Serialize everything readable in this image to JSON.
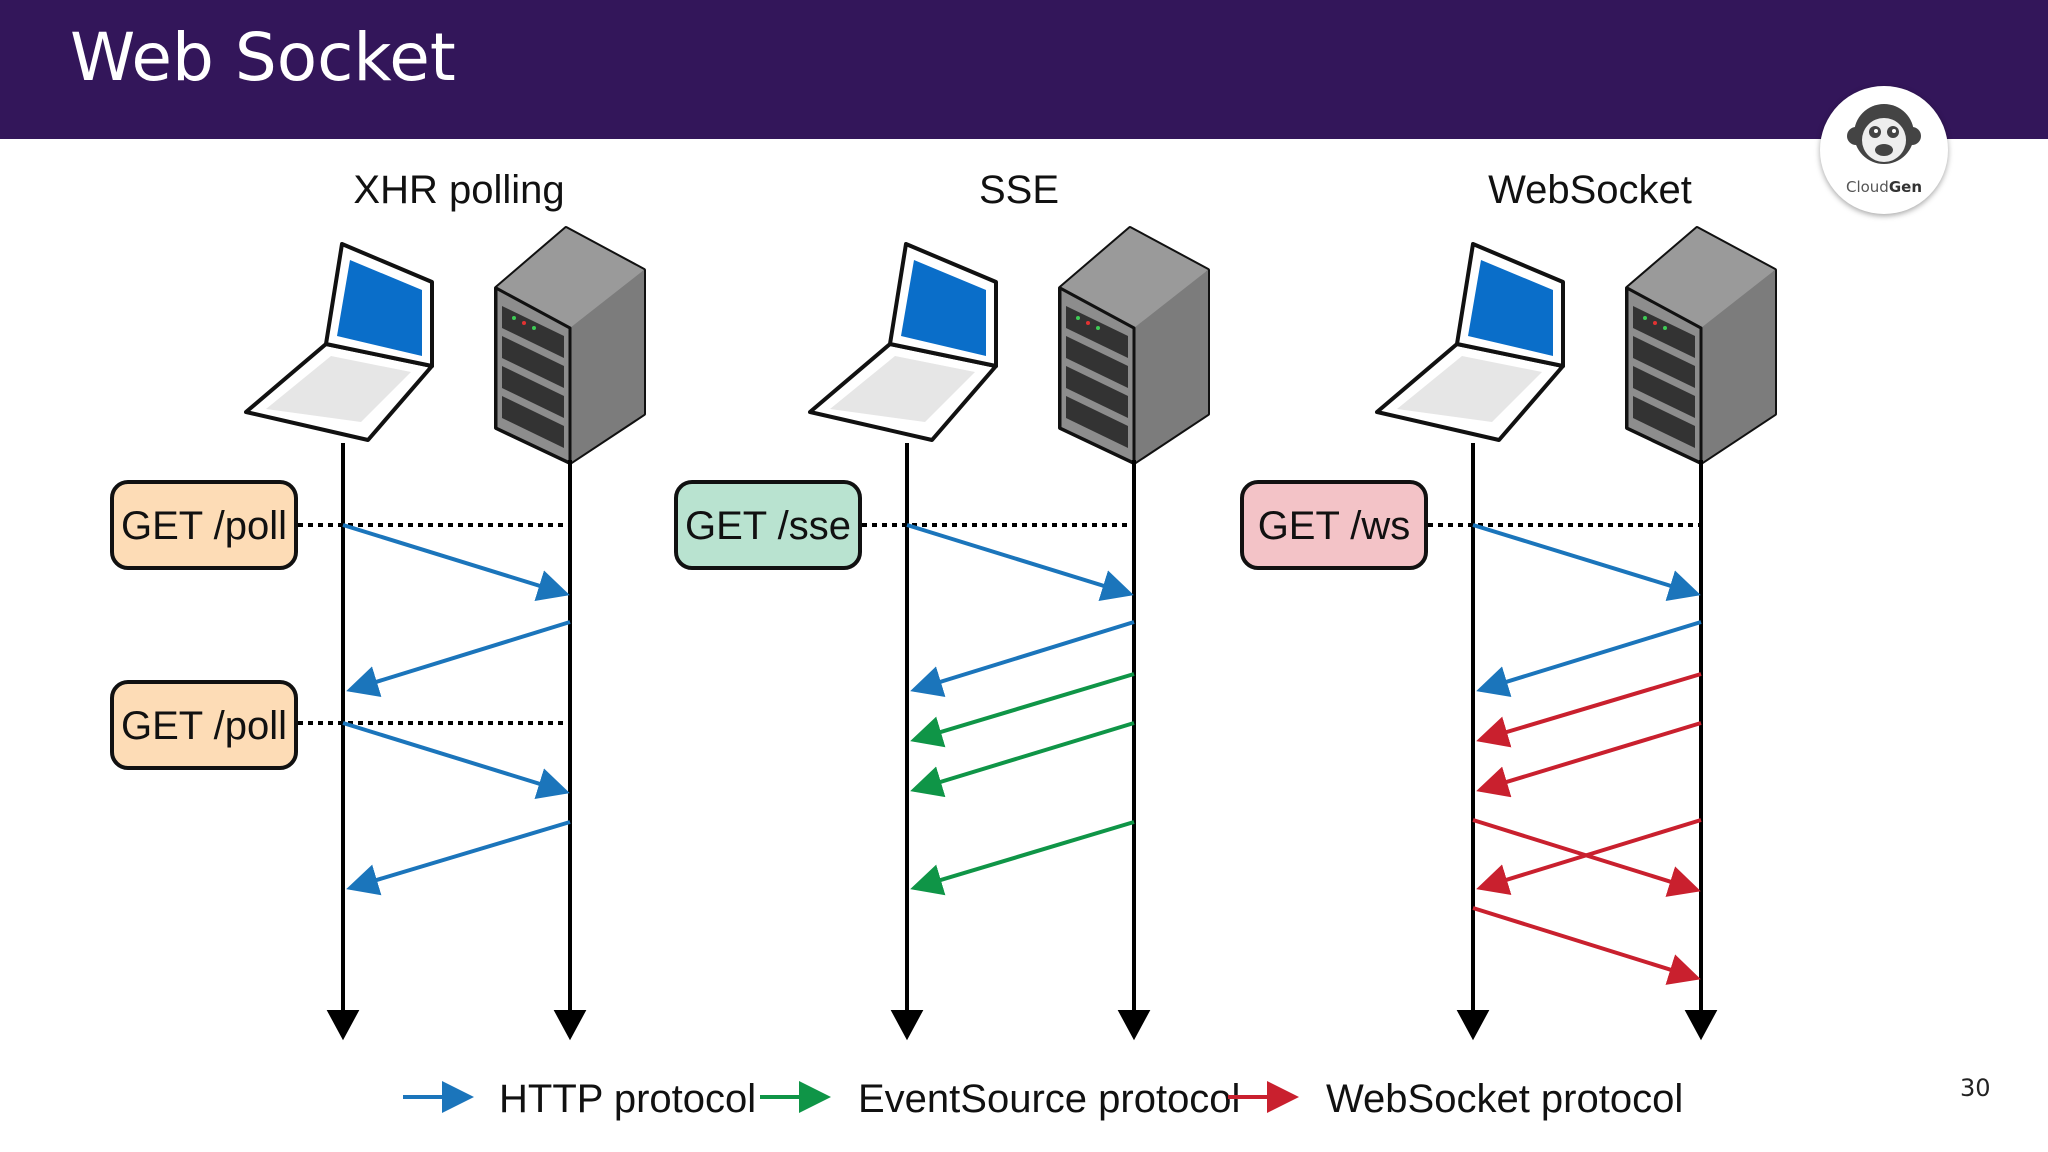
{
  "slide": {
    "title": "Web Socket",
    "page_number": "30"
  },
  "logo": {
    "text_regular": "Cloud",
    "text_bold": "Gen",
    "icon": "monkey-face-icon"
  },
  "columns": [
    {
      "title": "XHR polling",
      "requests": [
        "GET /poll",
        "GET /poll"
      ],
      "request_color": "#fddcb6"
    },
    {
      "title": "SSE",
      "requests": [
        "GET /sse"
      ],
      "request_color": "#b9e3d0"
    },
    {
      "title": "WebSocket",
      "requests": [
        "GET /ws"
      ],
      "request_color": "#f3c3c7"
    }
  ],
  "legend": [
    {
      "label": "HTTP protocol",
      "color": "#1b75bb"
    },
    {
      "label": "EventSource protocol",
      "color": "#0f9547"
    },
    {
      "label": "WebSocket protocol",
      "color": "#c9202e"
    }
  ],
  "colors": {
    "header": "#33165a",
    "http": "#1b75bb",
    "eventsource": "#0f9547",
    "websocket": "#c9202e"
  }
}
